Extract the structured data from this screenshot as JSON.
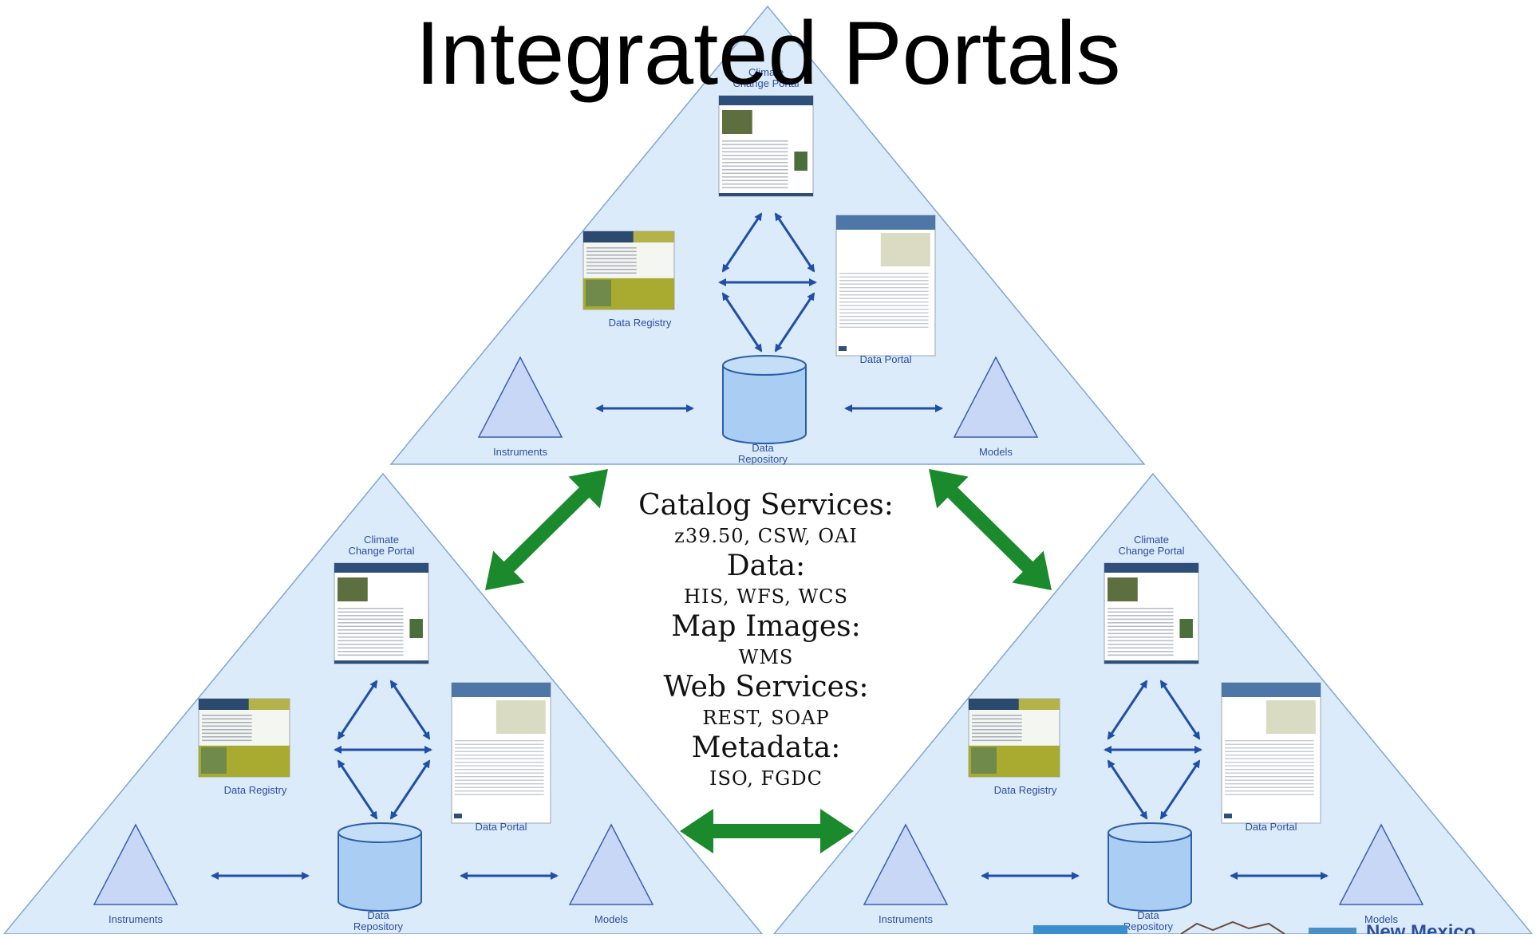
{
  "title": "Integrated Portals",
  "node_labels": {
    "climate_line1": "Climate",
    "climate_line2": "Change Portal",
    "data_registry": "Data Registry",
    "data_portal": "Data Portal",
    "instruments": "Instruments",
    "repository_line1": "Data",
    "repository_line2": "Repository",
    "models": "Models"
  },
  "services": [
    {
      "heading": "Catalog Services:",
      "detail": "z39.50, CSW, OAI"
    },
    {
      "heading": "Data:",
      "detail": "HIS, WFS, WCS"
    },
    {
      "heading": "Map Images:",
      "detail": "WMS"
    },
    {
      "heading": "Web Services:",
      "detail": "REST, SOAP"
    },
    {
      "heading": "Metadata:",
      "detail": "ISO, FGDC"
    }
  ],
  "footer_logo_text": "New Mexico",
  "colors": {
    "triangle_fill": "#dcebfa",
    "triangle_stroke": "#7ea6d8",
    "blue_arrow": "#1f4fa8",
    "green_arrow": "#1b8a2c",
    "cylinder_fill": "#a9cdf3",
    "small_triangle_fill": "#c9d7f7"
  }
}
